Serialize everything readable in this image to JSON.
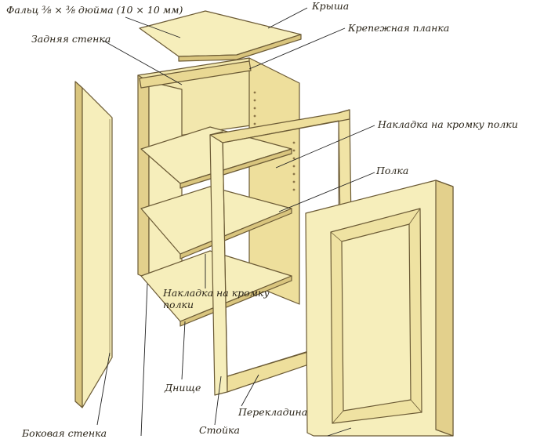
{
  "labels": {
    "rabbet": "Фальц ³⁄₈ × ³⁄₈ дюйма (10 × 10 мм)",
    "roof": "Крыша",
    "back_panel": "Задняя стенка",
    "mounting_rail": "Крепежная планка",
    "shelf_edge_top": "Накладка на кромку полки",
    "shelf": "Полка",
    "shelf_edge_bottom_line1": "Накладка на кромку",
    "shelf_edge_bottom_line2": "полки",
    "bottom": "Днище",
    "crossbar": "Перекладина",
    "stile": "Стойка",
    "side_panel": "Боковая стенка"
  },
  "colors": {
    "wood_light": "#f6eebb",
    "wood_mid": "#eedf9c",
    "wood_dark": "#d9c57e",
    "outline": "#6b5a35",
    "leader": "#222222"
  }
}
